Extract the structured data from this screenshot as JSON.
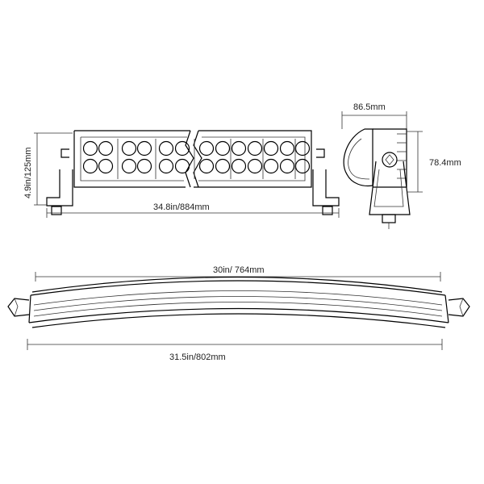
{
  "dimensions": {
    "front_height": "4.9in/125mm",
    "front_width": "34.8in/884mm",
    "side_width": "86.5mm",
    "side_height": "78.4mm",
    "curved_chord": "30in/ 764mm",
    "curved_length": "31.5in/802mm"
  },
  "colors": {
    "stroke": "#000000",
    "text": "#222222",
    "background": "#ffffff"
  }
}
